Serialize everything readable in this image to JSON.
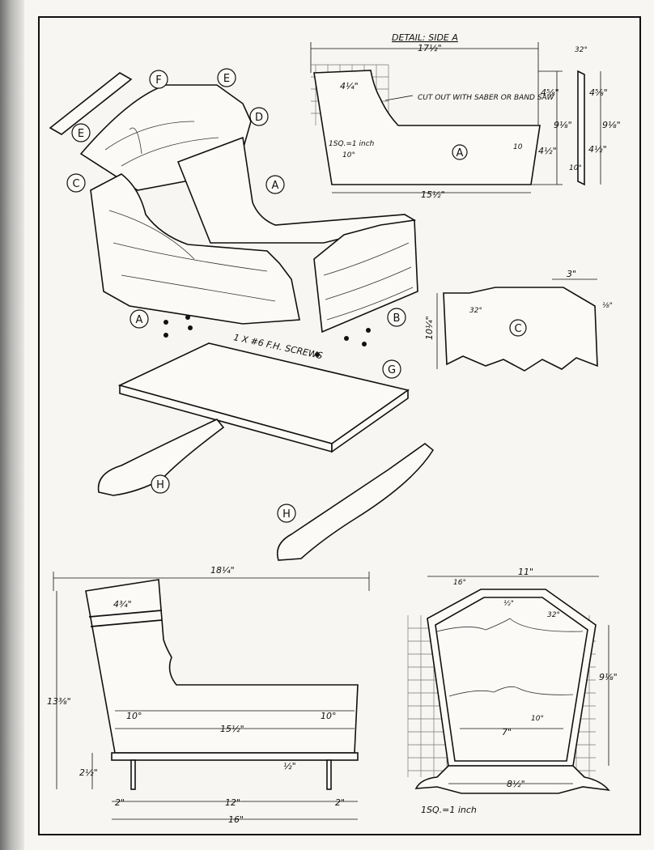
{
  "detail_a": {
    "title": "DETAIL: SIDE A",
    "part": "A",
    "overall_length": "17½\"",
    "bottom_length": "15½\"",
    "notch": "4¼\"",
    "note": "CUT OUT WITH SABER OR BAND SAW",
    "scale": "1SQ.=1 inch",
    "end_angle": "10°",
    "end_angle_right": "10",
    "height_upper": "4⅝\"",
    "height_total": "9⅛\"",
    "height_lower": "4½\"",
    "edge_upper": "4⅝\"",
    "edge_total": "9⅛\"",
    "edge_lower": "4½\"",
    "edge_top_angle": "32°",
    "edge_bottom_angle": "10°"
  },
  "detail_c": {
    "part": "C",
    "width": "3\"",
    "height": "10¼\"",
    "angle": "32°",
    "thickness": "⅛\""
  },
  "exploded": {
    "parts": [
      "A",
      "A",
      "B",
      "C",
      "D",
      "E",
      "E",
      "F",
      "G",
      "H",
      "H"
    ],
    "screws": "1 X #6 F.H. SCREWS"
  },
  "side_view": {
    "overall_length": "18¼\"",
    "height": "13⅜\"",
    "top_width": "4¾\"",
    "bottom_length": "15½\"",
    "angle_left": "10°",
    "angle_right": "10°",
    "base_thickness": "½\"",
    "leg_height": "2½\"",
    "leg_offset_left": "2\"",
    "leg_spacing": "12\"",
    "leg_offset_right": "2\"",
    "base_length": "16\""
  },
  "end_view": {
    "top_width": "11\"",
    "angle_top": "16°",
    "top_thickness": "½\"",
    "angle_side": "32°",
    "height": "9⅛\"",
    "angle_inner": "10°",
    "inner_width": "7\"",
    "base_width": "8½\"",
    "scale": "1SQ.=1 inch"
  }
}
